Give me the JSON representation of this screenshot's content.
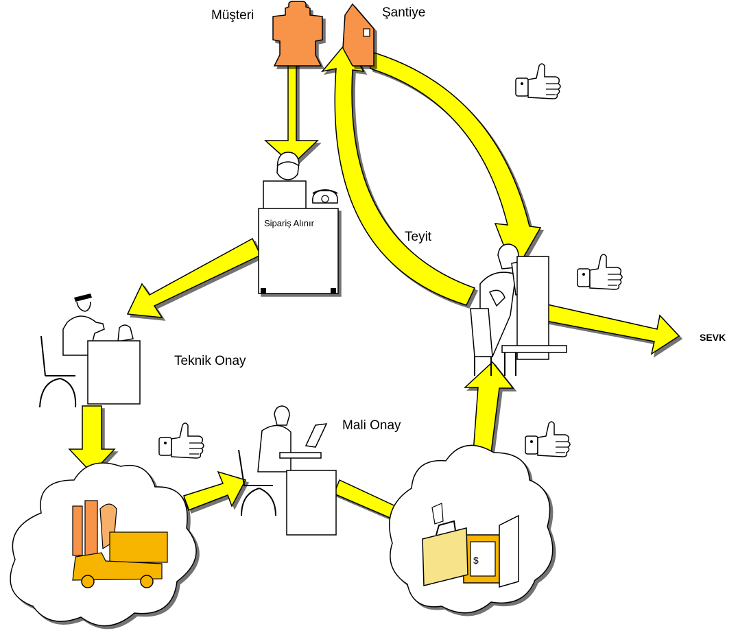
{
  "labels": {
    "musteri": "Müşteri",
    "santiye": "Şantiye",
    "siparis": "Sipariş Alınır",
    "teyit": "Teyit",
    "teknik_onay": "Teknik Onay",
    "mali_onay": "Mali Onay",
    "sevk": "SEVK"
  },
  "colors": {
    "arrow_fill": "#ffff00",
    "orange": "#f7944a",
    "truck": "#f7b500",
    "briefcase": "#f7e38a",
    "cloud": "#ffffff",
    "outline": "#000000"
  },
  "icons": [
    "customer-figure-icon",
    "house-icon",
    "operator-at-desk-icon",
    "phone-icon",
    "engineer-at-desk-icon",
    "accountant-at-desk-icon",
    "reader-at-desk-icon",
    "thumbs-up-icon",
    "forklift-truck-icon",
    "briefcase-icon",
    "safe-icon",
    "cloud-icon"
  ]
}
